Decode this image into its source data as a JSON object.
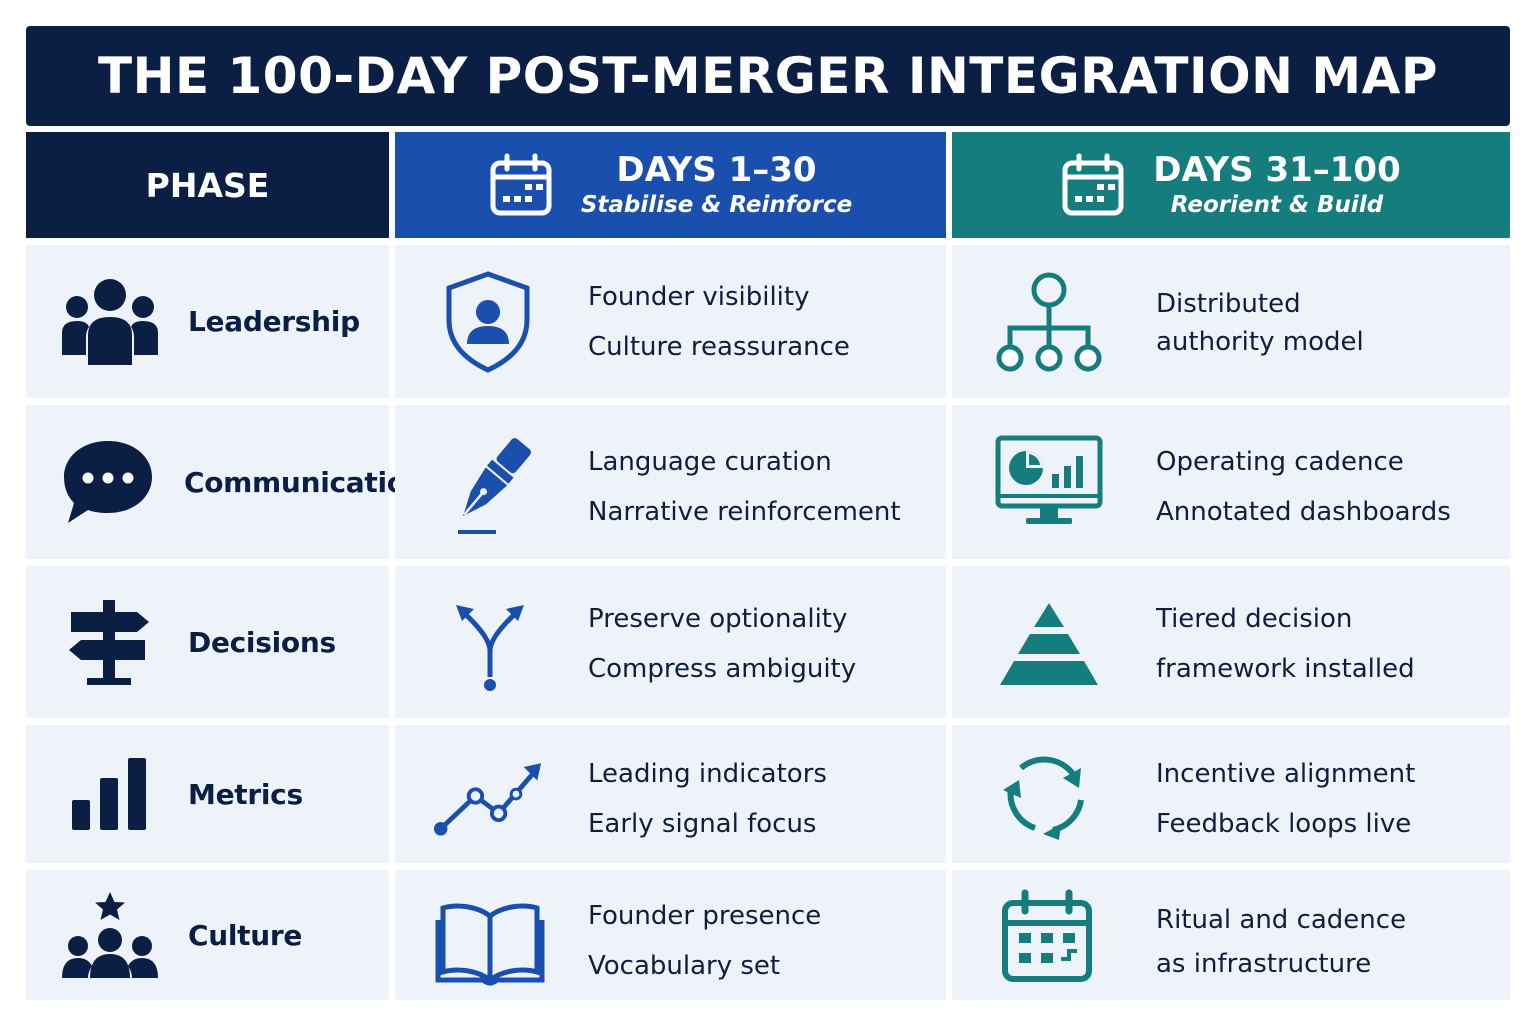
{
  "title": "THE 100-DAY POST-MERGER INTEGRATION MAP",
  "colors": {
    "navy": "#0b1f45",
    "blue": "#1a4fae",
    "teal": "#167d7e",
    "cell_bg": "#eef3fa"
  },
  "header": {
    "phase": "PHASE",
    "col_a": {
      "days": "DAYS 1–30",
      "subtitle": "Stabilise & Reinforce",
      "icon": "calendar-icon"
    },
    "col_b": {
      "days": "DAYS 31–100",
      "subtitle": "Reorient & Build",
      "icon": "calendar-icon"
    }
  },
  "rows": [
    {
      "phase": "Leadership",
      "phase_icon": "team-icon",
      "a": {
        "icon": "shield-user-icon",
        "lines": [
          "Founder visibility",
          "Culture reassurance"
        ]
      },
      "b": {
        "icon": "org-chart-icon",
        "lines": [
          "Distributed",
          "authority model"
        ]
      }
    },
    {
      "phase": "Communication",
      "phase_icon": "chat-bubble-icon",
      "a": {
        "icon": "fountain-pen-icon",
        "lines": [
          "Language curation",
          "Narrative reinforcement"
        ]
      },
      "b": {
        "icon": "dashboard-monitor-icon",
        "lines": [
          "Operating cadence",
          "Annotated dashboards"
        ]
      }
    },
    {
      "phase": "Decisions",
      "phase_icon": "signpost-icon",
      "a": {
        "icon": "fork-arrows-icon",
        "lines": [
          "Preserve optionality",
          "Compress ambiguity"
        ]
      },
      "b": {
        "icon": "pyramid-icon",
        "lines": [
          "Tiered decision",
          "framework installed"
        ]
      }
    },
    {
      "phase": "Metrics",
      "phase_icon": "bar-chart-icon",
      "a": {
        "icon": "trend-line-icon",
        "lines": [
          "Leading indicators",
          "Early signal focus"
        ]
      },
      "b": {
        "icon": "cycle-arrows-icon",
        "lines": [
          "Incentive alignment",
          "Feedback loops live"
        ]
      }
    },
    {
      "phase": "Culture",
      "phase_icon": "star-team-icon",
      "a": {
        "icon": "open-book-icon",
        "lines": [
          "Founder presence",
          "Vocabulary set"
        ]
      },
      "b": {
        "icon": "calendar-icon",
        "lines": [
          "Ritual and cadence",
          "as infrastructure"
        ]
      }
    }
  ]
}
